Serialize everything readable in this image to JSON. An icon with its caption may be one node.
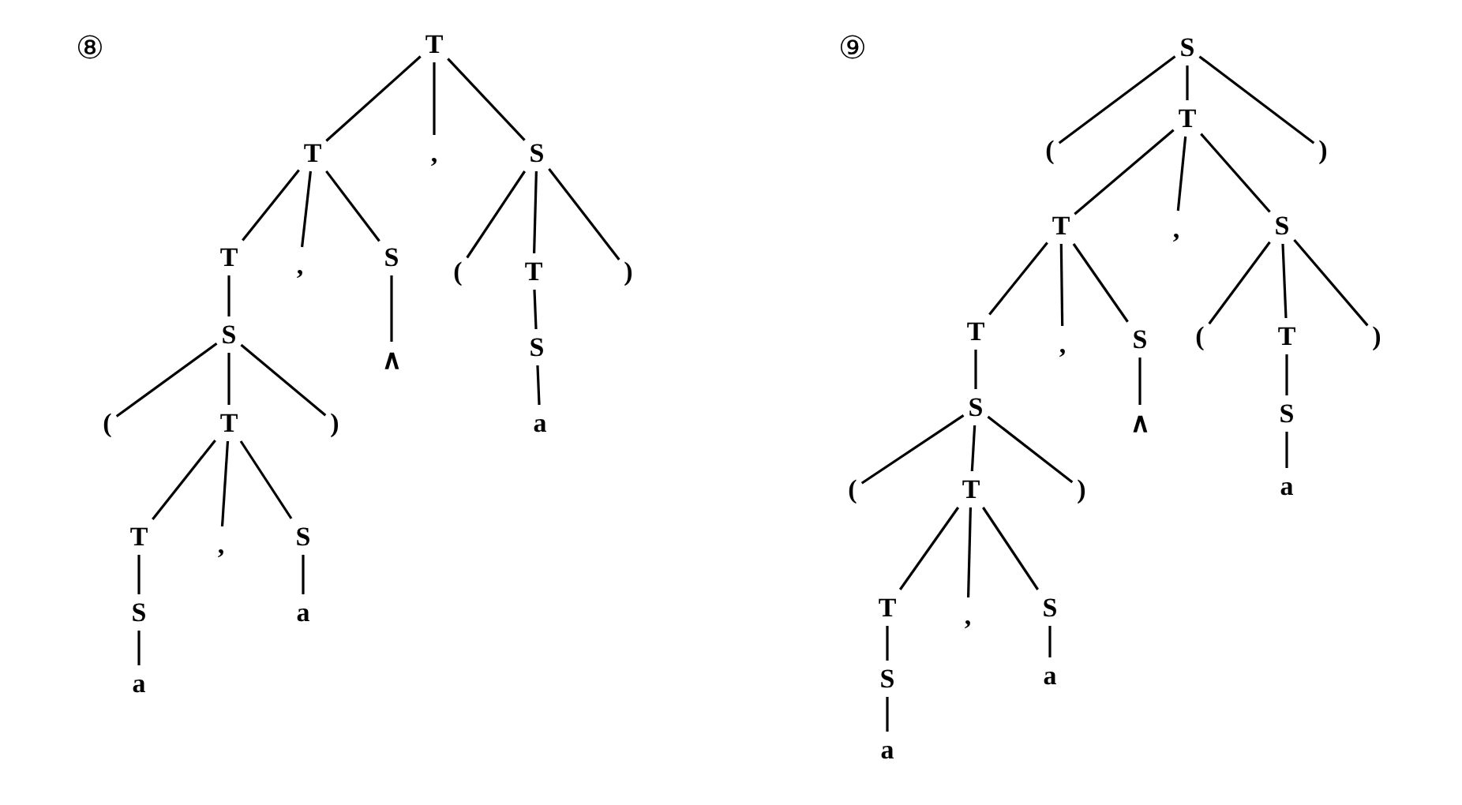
{
  "diagram": {
    "nodes": [
      {
        "text": [
          "T"
        ]
      },
      {
        "text": [
          "T"
        ]
      },
      {
        "text": [
          ","
        ]
      },
      {
        "text": [
          "S"
        ]
      },
      {
        "text": [
          "T"
        ]
      },
      {
        "text": [
          ","
        ]
      },
      {
        "text": [
          "S"
        ]
      },
      {
        "text": [
          "∧"
        ]
      },
      {
        "text": [
          "("
        ]
      },
      {
        "text": [
          "T"
        ]
      },
      {
        "text": [
          ")"
        ]
      },
      {
        "text": [
          "S"
        ]
      },
      {
        "text": [
          "a"
        ]
      },
      {
        "text": [
          "S"
        ]
      },
      {
        "text": [
          "("
        ]
      },
      {
        "text": [
          "T"
        ]
      },
      {
        "text": [
          ")"
        ]
      },
      {
        "text": [
          "T"
        ]
      },
      {
        "text": [
          ","
        ]
      },
      {
        "text": [
          "S"
        ]
      },
      {
        "text": [
          "S"
        ]
      },
      {
        "text": [
          "a"
        ]
      },
      {
        "text": [
          "a"
        ]
      },
      {
        "text": [
          "S"
        ]
      },
      {
        "text": [
          "("
        ]
      },
      {
        "text": [
          "T"
        ]
      },
      {
        "text": [
          ")"
        ]
      },
      {
        "text": [
          "T"
        ]
      },
      {
        "text": [
          ","
        ]
      },
      {
        "text": [
          "S"
        ]
      },
      {
        "text": [
          "T"
        ]
      },
      {
        "text": [
          ","
        ]
      },
      {
        "text": [
          "S"
        ]
      },
      {
        "text": [
          "∧"
        ]
      },
      {
        "text": [
          "("
        ]
      },
      {
        "text": [
          "T"
        ]
      },
      {
        "text": [
          ")"
        ]
      },
      {
        "text": [
          "S"
        ]
      },
      {
        "text": [
          "a"
        ]
      },
      {
        "text": [
          "S"
        ]
      },
      {
        "text": [
          "("
        ]
      },
      {
        "text": [
          "T"
        ]
      },
      {
        "text": [
          ")"
        ]
      },
      {
        "text": [
          "T"
        ]
      },
      {
        "text": [
          ","
        ]
      },
      {
        "text": [
          "S"
        ]
      },
      {
        "text": [
          "S"
        ]
      },
      {
        "text": [
          "a"
        ]
      },
      {
        "text": [
          "a"
        ]
      }
    ],
    "edges": [
      {
        "from": 0,
        "to": 1,
        "arrow": "none"
      },
      {
        "from": 0,
        "to": 2,
        "arrow": "none"
      },
      {
        "from": 0,
        "to": 3,
        "arrow": "none"
      },
      {
        "from": 1,
        "to": 4,
        "arrow": "none"
      },
      {
        "from": 1,
        "to": 5,
        "arrow": "none"
      },
      {
        "from": 1,
        "to": 6,
        "arrow": "none"
      },
      {
        "from": 6,
        "to": 7,
        "arrow": "none"
      },
      {
        "from": 3,
        "to": 8,
        "arrow": "none"
      },
      {
        "from": 3,
        "to": 9,
        "arrow": "none"
      },
      {
        "from": 3,
        "to": 10,
        "arrow": "none"
      },
      {
        "from": 9,
        "to": 11,
        "arrow": "none"
      },
      {
        "from": 11,
        "to": 12,
        "arrow": "none"
      },
      {
        "from": 4,
        "to": 13,
        "arrow": "none"
      },
      {
        "from": 13,
        "to": 14,
        "arrow": "none"
      },
      {
        "from": 13,
        "to": 15,
        "arrow": "none"
      },
      {
        "from": 13,
        "to": 16,
        "arrow": "none"
      },
      {
        "from": 15,
        "to": 17,
        "arrow": "none"
      },
      {
        "from": 15,
        "to": 18,
        "arrow": "none"
      },
      {
        "from": 15,
        "to": 19,
        "arrow": "none"
      },
      {
        "from": 17,
        "to": 20,
        "arrow": "none"
      },
      {
        "from": 19,
        "to": 21,
        "arrow": "none"
      },
      {
        "from": 20,
        "to": 22,
        "arrow": "none"
      },
      {
        "from": 23,
        "to": 24,
        "arrow": "none"
      },
      {
        "from": 23,
        "to": 25,
        "arrow": "none"
      },
      {
        "from": 23,
        "to": 26,
        "arrow": "none"
      },
      {
        "from": 25,
        "to": 27,
        "arrow": "none"
      },
      {
        "from": 25,
        "to": 28,
        "arrow": "none"
      },
      {
        "from": 25,
        "to": 29,
        "arrow": "none"
      },
      {
        "from": 27,
        "to": 30,
        "arrow": "none"
      },
      {
        "from": 27,
        "to": 31,
        "arrow": "none"
      },
      {
        "from": 27,
        "to": 32,
        "arrow": "none"
      },
      {
        "from": 32,
        "to": 33,
        "arrow": "none"
      },
      {
        "from": 29,
        "to": 34,
        "arrow": "none"
      },
      {
        "from": 29,
        "to": 35,
        "arrow": "none"
      },
      {
        "from": 29,
        "to": 36,
        "arrow": "none"
      },
      {
        "from": 35,
        "to": 37,
        "arrow": "none"
      },
      {
        "from": 37,
        "to": 38,
        "arrow": "none"
      },
      {
        "from": 30,
        "to": 39,
        "arrow": "none"
      },
      {
        "from": 39,
        "to": 40,
        "arrow": "none"
      },
      {
        "from": 39,
        "to": 41,
        "arrow": "none"
      },
      {
        "from": 39,
        "to": 42,
        "arrow": "none"
      },
      {
        "from": 41,
        "to": 43,
        "arrow": "none"
      },
      {
        "from": 41,
        "to": 44,
        "arrow": "none"
      },
      {
        "from": 41,
        "to": 45,
        "arrow": "none"
      },
      {
        "from": 43,
        "to": 46,
        "arrow": "none"
      },
      {
        "from": 45,
        "to": 47,
        "arrow": "none"
      },
      {
        "from": 46,
        "to": 48,
        "arrow": "none"
      }
    ],
    "labels": [
      "⑧",
      "⑨"
    ]
  }
}
